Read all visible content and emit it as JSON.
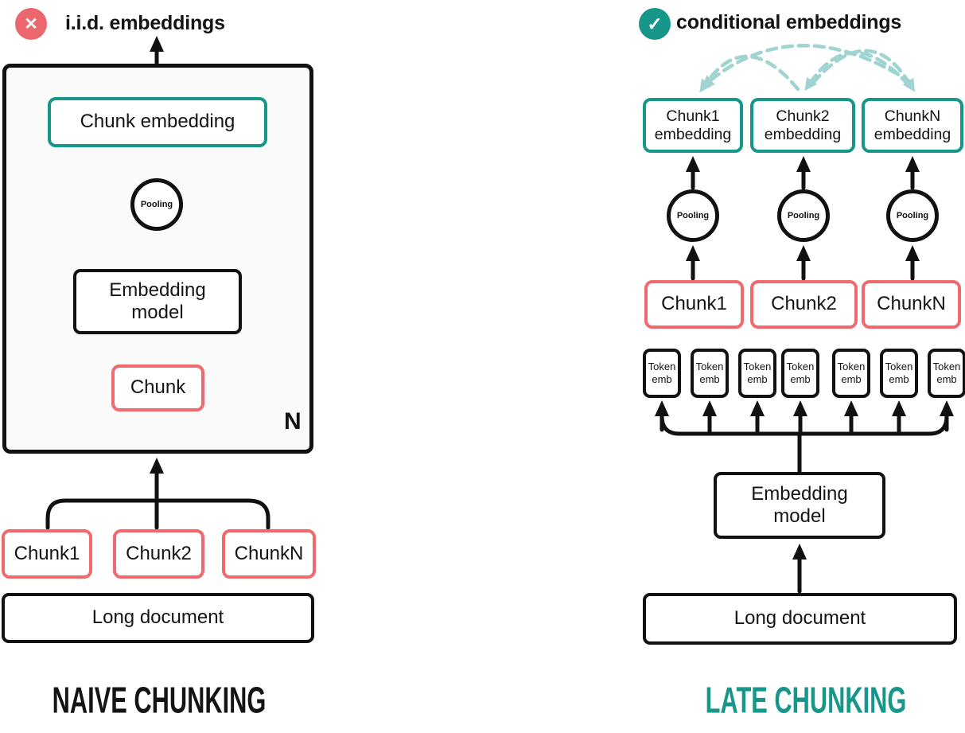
{
  "colors": {
    "teal": "#17968a",
    "salmon_red": "#f0696c",
    "light_teal_arc": "#a5d8d4",
    "black": "#111111",
    "panel_bg": "#fafafa"
  },
  "left": {
    "icon_glyph": "✕",
    "header": "i.i.d. embeddings",
    "panel": {
      "chunk_embedding_label": "Chunk embedding",
      "pooling_label": "Pooling",
      "embedding_model_label": "Embedding\nmodel",
      "chunk_label": "Chunk",
      "repeat_label": "N"
    },
    "chunks": [
      "Chunk1",
      "Chunk2",
      "ChunkN"
    ],
    "document_label": "Long document",
    "title": "NAIVE CHUNKING"
  },
  "right": {
    "icon_glyph": "✓",
    "header": "conditional embeddings",
    "embeddings": [
      "Chunk1\nembedding",
      "Chunk2\nembedding",
      "ChunkN\nembedding"
    ],
    "pooling_labels": [
      "Pooling",
      "Pooling",
      "Pooling"
    ],
    "chunks": [
      "Chunk1",
      "Chunk2",
      "ChunkN"
    ],
    "token_embs": [
      "Token\nemb",
      "Token\nemb",
      "Token\nemb",
      "Token\nemb",
      "Token\nemb",
      "Token\nemb",
      "Token\nemb"
    ],
    "embedding_model_label": "Embedding\nmodel",
    "document_label": "Long document",
    "title": "LATE CHUNKING"
  }
}
